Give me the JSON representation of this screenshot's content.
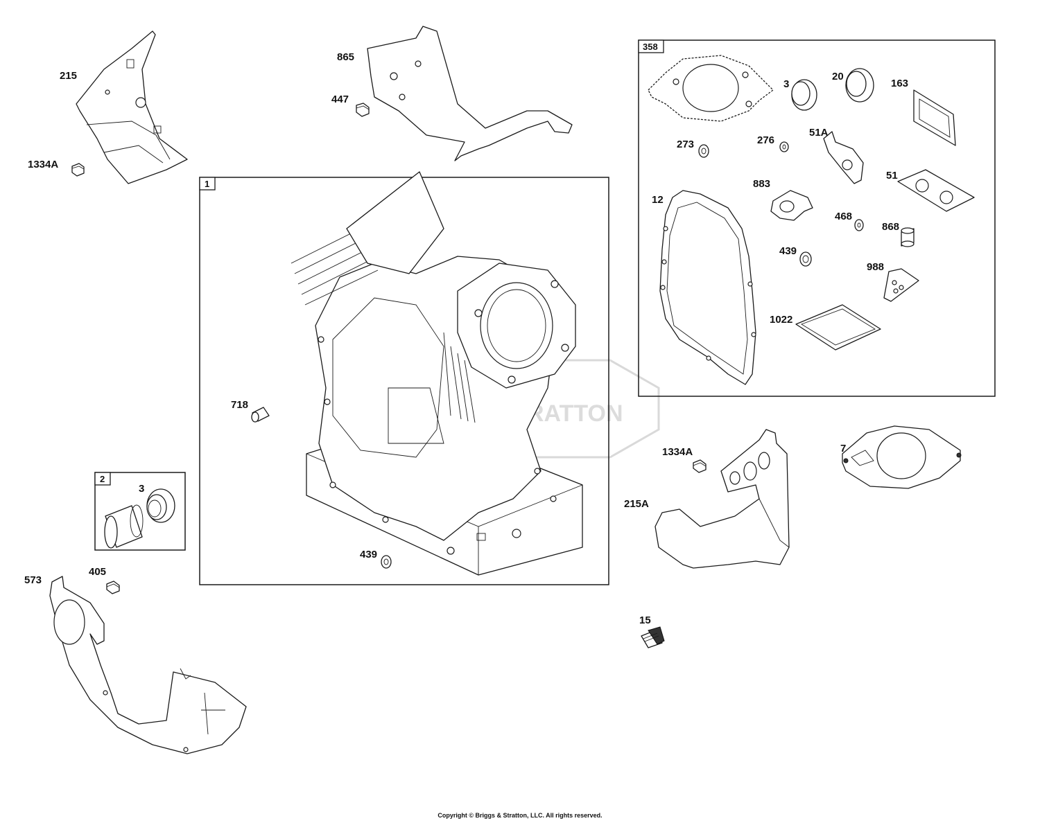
{
  "labels": {
    "p215": "215",
    "p1334A_top": "1334A",
    "p865": "865",
    "p447": "447",
    "p1_box": "1",
    "p718": "718",
    "p439_box": "439",
    "p2_box": "2",
    "p3_box2": "3",
    "p573": "573",
    "p405": "405",
    "p358_box": "358",
    "p3_kit": "3",
    "p20": "20",
    "p163": "163",
    "p273": "273",
    "p276": "276",
    "p51A": "51A",
    "p12": "12",
    "p883": "883",
    "p51": "51",
    "p468": "468",
    "p868": "868",
    "p439_kit": "439",
    "p988": "988",
    "p1022": "1022",
    "p1334A_right": "1334A",
    "p215A": "215A",
    "p7": "7",
    "p15": "15"
  },
  "watermark": "RATTON",
  "copyright": "Copyright © Briggs & Stratton, LLC. All rights reserved."
}
